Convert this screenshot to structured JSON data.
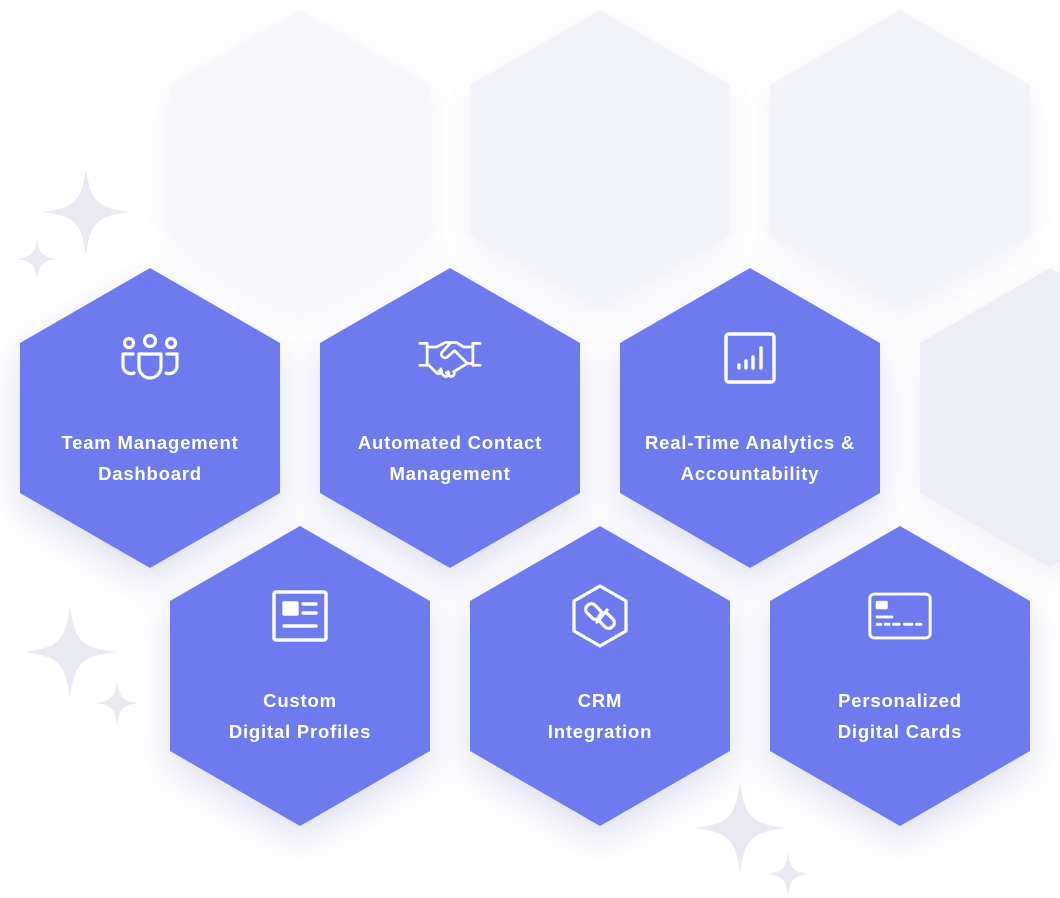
{
  "colors": {
    "primary": "#6e7bef",
    "background_hex_light": "#f5f5fb",
    "sparkle": "#e9e9f3",
    "text_on_primary": "#ffffff"
  },
  "features": [
    {
      "icon": "team-icon",
      "line1": "Team Management",
      "line2": "Dashboard"
    },
    {
      "icon": "handshake-icon",
      "line1": "Automated Contact",
      "line2": "Management"
    },
    {
      "icon": "analytics-chart-icon",
      "line1": "Real-Time Analytics &",
      "line2": "Accountability"
    },
    {
      "icon": "profile-card-icon",
      "line1": "Custom",
      "line2": "Digital Profiles"
    },
    {
      "icon": "crm-integration-icon",
      "line1": "CRM",
      "line2": "Integration"
    },
    {
      "icon": "digital-card-icon",
      "line1": "Personalized",
      "line2": "Digital Cards"
    }
  ]
}
